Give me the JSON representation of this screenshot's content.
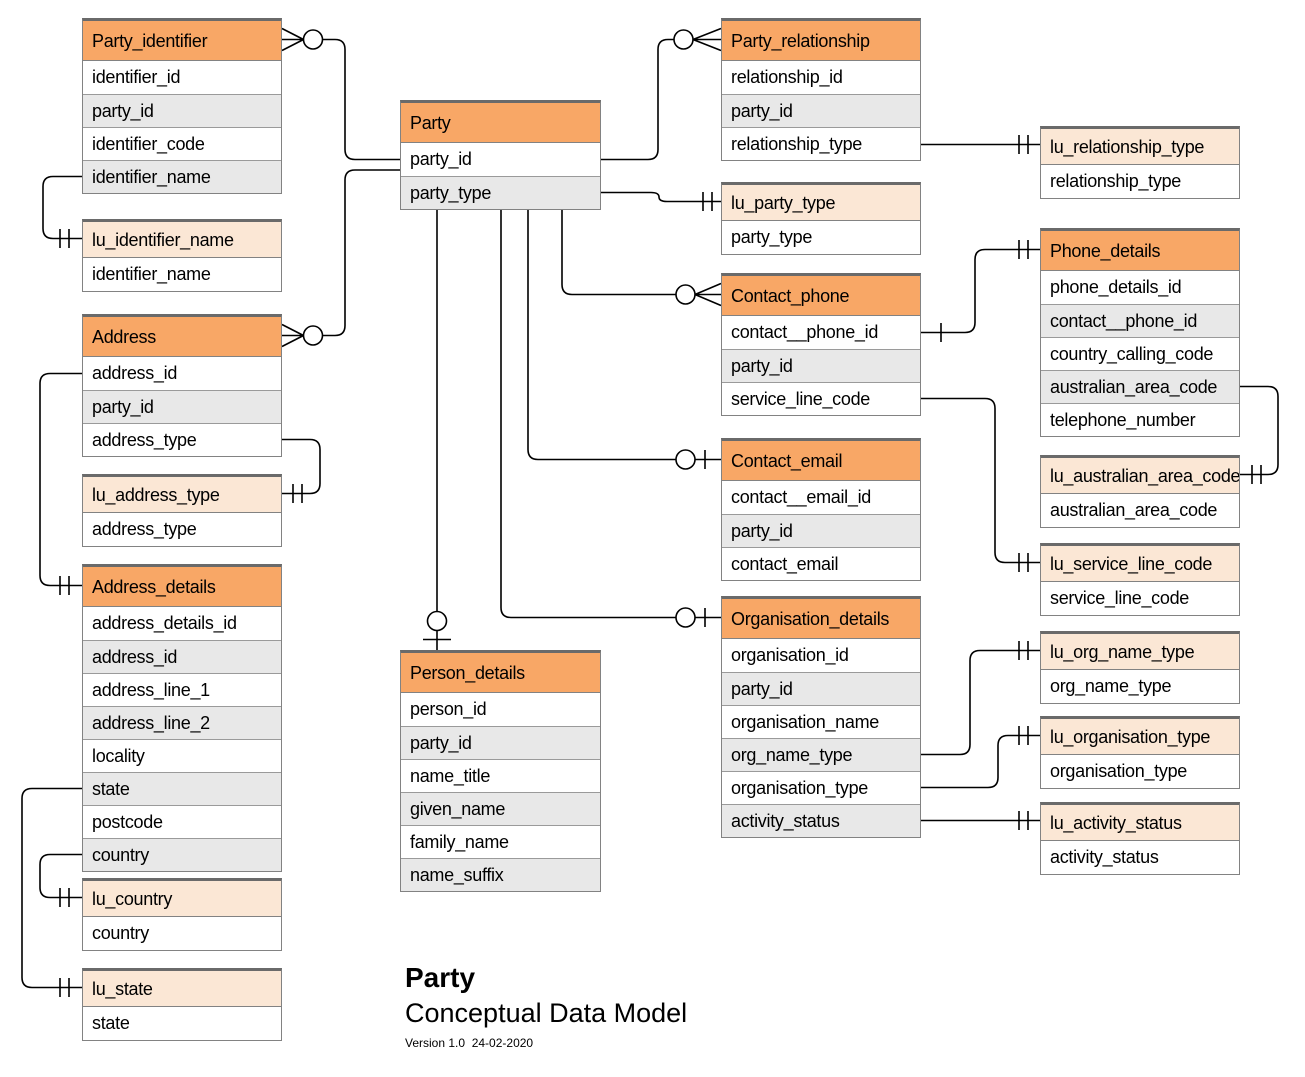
{
  "diagram_title": {
    "title": "Party",
    "subtitle": "Conceptual Data Model",
    "version": "Version 1.0  24-02-2020"
  },
  "colors": {
    "entity_header": "#F8A766",
    "lookup_header": "#FBE7D5",
    "alt_row": "#E8E8E8",
    "table_border": "#828282",
    "connector_line": "#000000"
  },
  "entities": {
    "party_identifier": {
      "name": "Party_identifier",
      "fields": [
        "identifier_id",
        "party_id",
        "identifier_code",
        "identifier_name"
      ]
    },
    "lu_identifier_name": {
      "name": "lu_identifier_name",
      "fields": [
        "identifier_name"
      ]
    },
    "address": {
      "name": "Address",
      "fields": [
        "address_id",
        "party_id",
        "address_type"
      ]
    },
    "lu_address_type": {
      "name": "lu_address_type",
      "fields": [
        "address_type"
      ]
    },
    "address_details": {
      "name": "Address_details",
      "fields": [
        "address_details_id",
        "address_id",
        "address_line_1",
        "address_line_2",
        "locality",
        "state",
        "postcode",
        "country"
      ]
    },
    "lu_country": {
      "name": "lu_country",
      "fields": [
        "country"
      ]
    },
    "lu_state": {
      "name": "lu_state",
      "fields": [
        "state"
      ]
    },
    "party": {
      "name": "Party",
      "fields": [
        "party_id",
        "party_type"
      ]
    },
    "person_details": {
      "name": "Person_details",
      "fields": [
        "person_id",
        "party_id",
        "name_title",
        "given_name",
        "family_name",
        "name_suffix"
      ]
    },
    "party_relationship": {
      "name": "Party_relationship",
      "fields": [
        "relationship_id",
        "party_id",
        "relationship_type"
      ]
    },
    "lu_party_type": {
      "name": "lu_party_type",
      "fields": [
        "party_type"
      ]
    },
    "contact_phone": {
      "name": "Contact_phone",
      "fields": [
        "contact__phone_id",
        "party_id",
        "service_line_code"
      ]
    },
    "contact_email": {
      "name": "Contact_email",
      "fields": [
        "contact__email_id",
        "party_id",
        "contact_email"
      ]
    },
    "organisation_details": {
      "name": "Organisation_details",
      "fields": [
        "organisation_id",
        "party_id",
        "organisation_name",
        "org_name_type",
        "organisation_type",
        "activity_status"
      ]
    },
    "lu_relationship_type": {
      "name": "lu_relationship_type",
      "fields": [
        "relationship_type"
      ]
    },
    "phone_details": {
      "name": "Phone_details",
      "fields": [
        "phone_details_id",
        "contact__phone_id",
        "country_calling_code",
        "australian_area_code",
        "telephone_number"
      ]
    },
    "lu_australian_area_code": {
      "name": "lu_australian_area_code",
      "fields": [
        "australian_area_code"
      ]
    },
    "lu_service_line_code": {
      "name": "lu_service_line_code",
      "fields": [
        "service_line_code"
      ]
    },
    "lu_org_name_type": {
      "name": "lu_org_name_type",
      "fields": [
        "org_name_type"
      ]
    },
    "lu_organisation_type": {
      "name": "lu_organisation_type",
      "fields": [
        "organisation_type"
      ]
    },
    "lu_activity_status": {
      "name": "lu_activity_status",
      "fields": [
        "activity_status"
      ]
    }
  },
  "relationships": [
    {
      "from": "Party_identifier",
      "to": "Party",
      "notation": "many-to-circle"
    },
    {
      "from": "Address",
      "to": "Party",
      "notation": "many-to-circle"
    },
    {
      "from": "Party",
      "to": "Party_relationship",
      "notation": "circle-many"
    },
    {
      "from": "Party",
      "to": "lu_party_type",
      "notation": "double-tick"
    },
    {
      "from": "Party",
      "to": "Contact_phone",
      "notation": "circle-many"
    },
    {
      "from": "Party",
      "to": "Contact_email",
      "notation": "circle-one"
    },
    {
      "from": "Party",
      "to": "Organisation_details",
      "notation": "circle-one"
    },
    {
      "from": "Party",
      "to": "Person_details",
      "notation": "circle-one"
    },
    {
      "from": "Party_relationship",
      "to": "lu_relationship_type",
      "notation": "double-tick"
    },
    {
      "from": "Contact_phone",
      "to": "Phone_details",
      "notation": "one-to-double-tick"
    },
    {
      "from": "Contact_phone",
      "to": "lu_service_line_code",
      "notation": "double-tick"
    },
    {
      "from": "Phone_details",
      "to": "lu_australian_area_code",
      "notation": "double-tick"
    },
    {
      "from": "Organisation_details",
      "to": "lu_org_name_type",
      "notation": "double-tick"
    },
    {
      "from": "Organisation_details",
      "to": "lu_organisation_type",
      "notation": "double-tick"
    },
    {
      "from": "Organisation_details",
      "to": "lu_activity_status",
      "notation": "double-tick"
    },
    {
      "from": "Party_identifier",
      "to": "lu_identifier_name",
      "notation": "double-tick"
    },
    {
      "from": "Address",
      "to": "Address_details",
      "notation": "double-tick"
    },
    {
      "from": "Address",
      "to": "lu_address_type",
      "notation": "double-tick"
    },
    {
      "from": "Address_details",
      "to": "lu_state",
      "notation": "double-tick"
    },
    {
      "from": "Address_details",
      "to": "lu_country",
      "notation": "double-tick"
    }
  ]
}
